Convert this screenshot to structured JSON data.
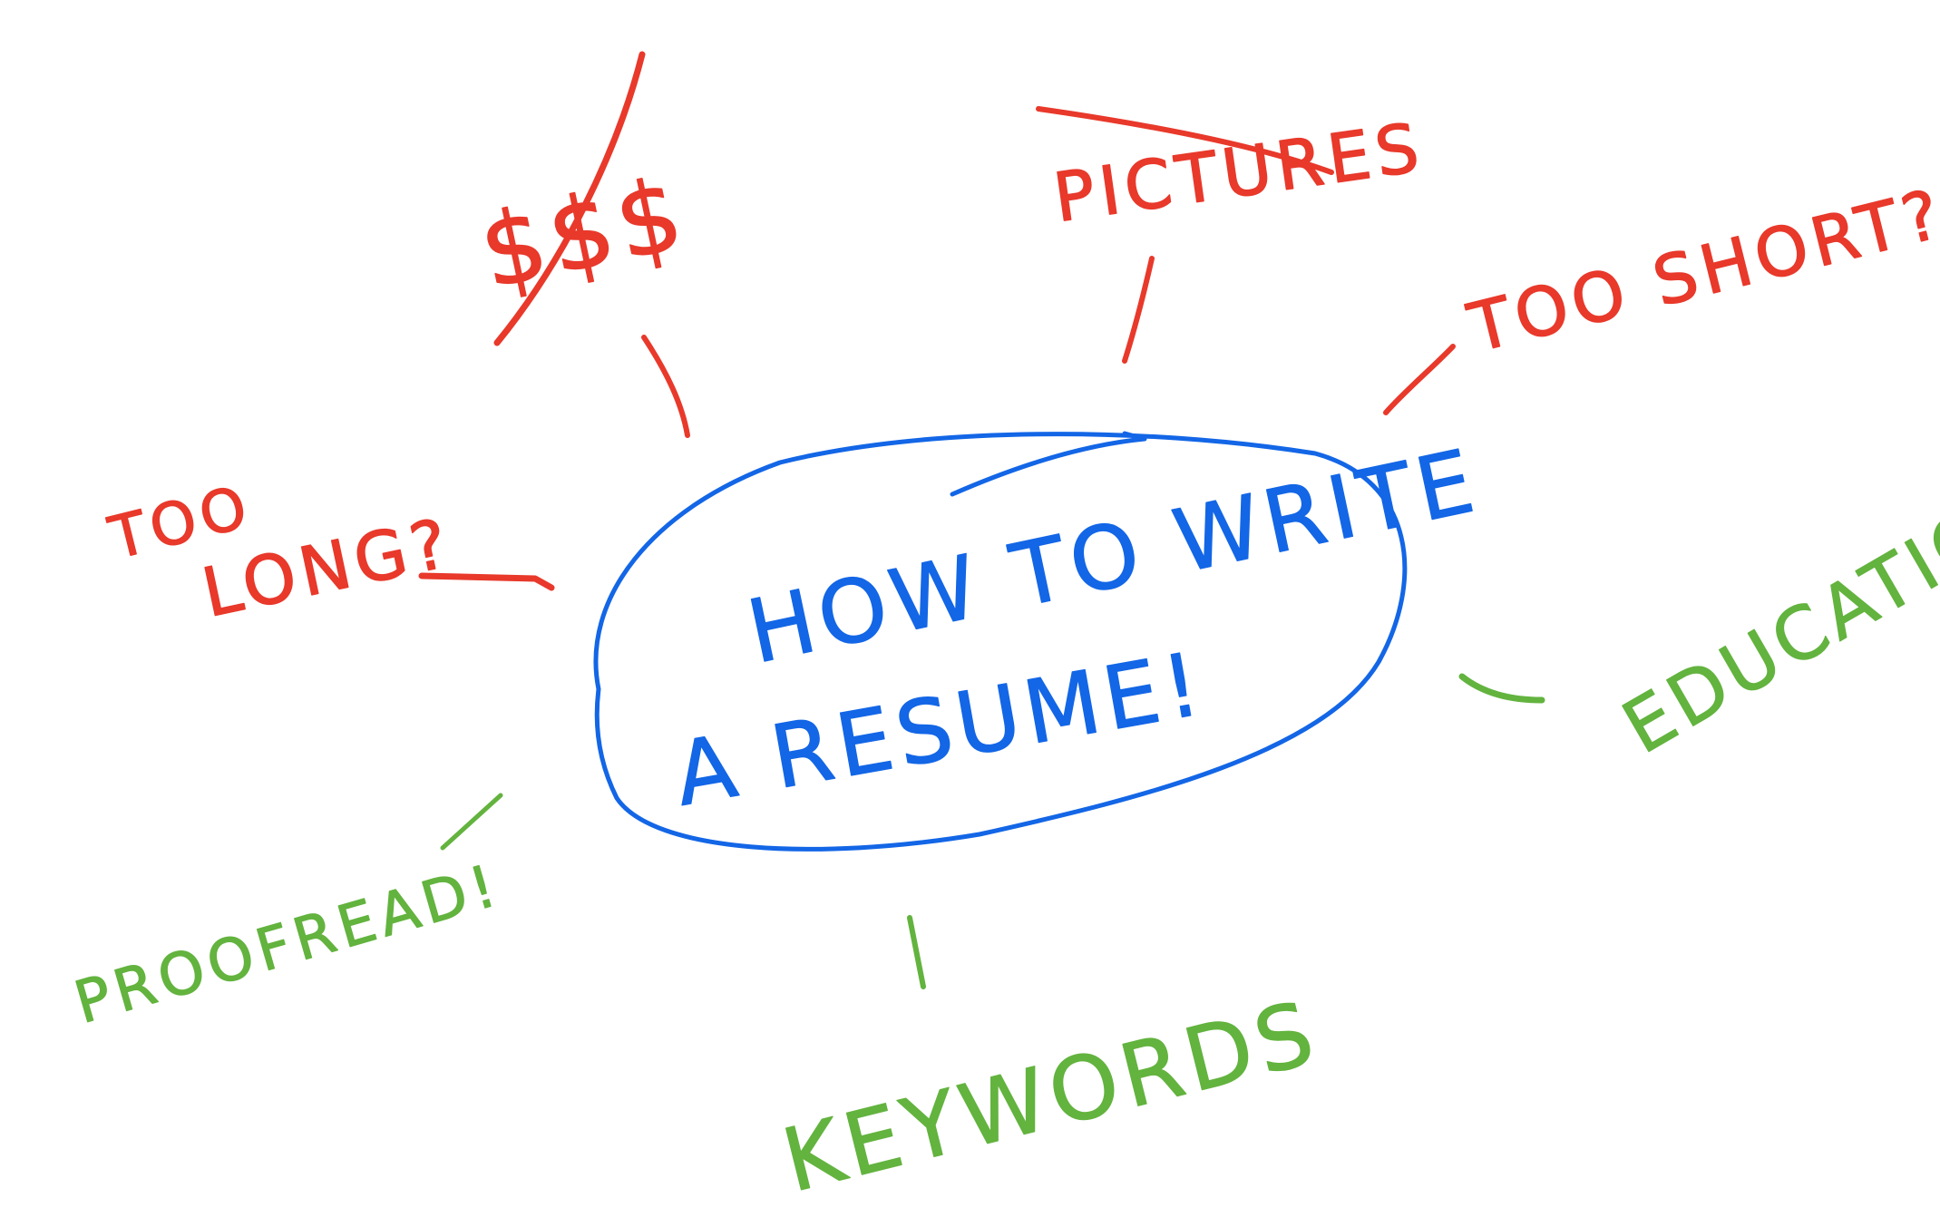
{
  "colors": {
    "center": "#1366e6",
    "dont": "#e8392b",
    "do": "#63b33f",
    "background": "#ffffff"
  },
  "center": {
    "line1": "HOW TO WRITE",
    "line2": "A RESUME!"
  },
  "branches": {
    "money": "$$$",
    "pictures": "PICTURES",
    "too_short": "TOO SHORT?",
    "too_long_1": "TOO",
    "too_long_2": "LONG?",
    "education": "EDUCATION",
    "keywords": "KEYWORDS",
    "proofread": "PROOFREAD!"
  }
}
